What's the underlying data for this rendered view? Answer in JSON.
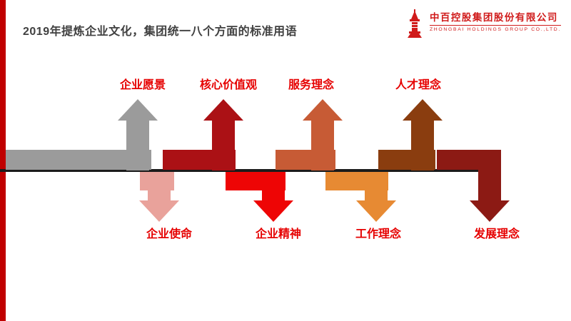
{
  "slide": {
    "title": "2019年提炼企业文化，集团统一八个方面的标准用语",
    "title_color": "#404040"
  },
  "logo": {
    "company_cn": "中百控股集团股份有限公司",
    "company_en": "ZHONGBAI HOLDINGS GROUP CO.,LTD.",
    "icon": "tower-icon",
    "color": "#d01a1a"
  },
  "accent": {
    "left_bar_color": "#c00000"
  },
  "diagram": {
    "baseline_color": "#1b1b1b",
    "label_color": "#e60000",
    "top": [
      {
        "label": "企业愿景",
        "color": "#9b9b9b",
        "direction": "up"
      },
      {
        "label": "核心价值观",
        "color": "#ab1115",
        "direction": "up"
      },
      {
        "label": "服务理念",
        "color": "#c75b35",
        "direction": "up"
      },
      {
        "label": "人才理念",
        "color": "#8a3d0f",
        "direction": "up"
      }
    ],
    "bottom": [
      {
        "label": "企业使命",
        "color": "#e9a29b",
        "direction": "down"
      },
      {
        "label": "企业精神",
        "color": "#ee0505",
        "direction": "down"
      },
      {
        "label": "工作理念",
        "color": "#e78a33",
        "direction": "down"
      },
      {
        "label": "发展理念",
        "color": "#8c1a14",
        "direction": "down"
      }
    ]
  }
}
